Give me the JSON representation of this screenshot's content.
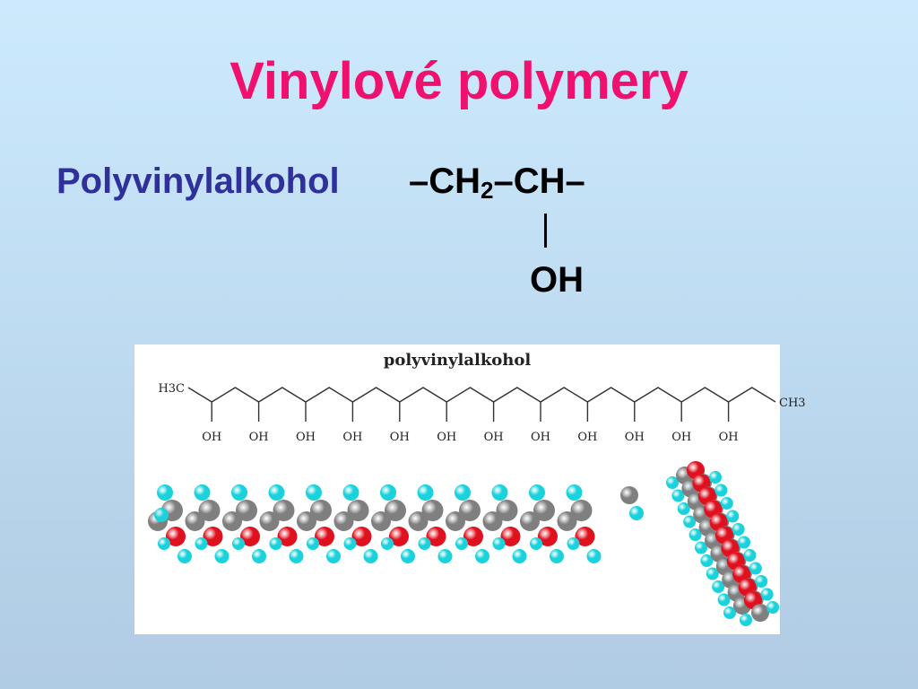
{
  "slide": {
    "title": "Vinylové polymery",
    "polymer_name": "Polyvinylalkohol",
    "formula": {
      "part1": "–CH",
      "sub": "2",
      "part2": "–CH–",
      "side_group": "OH"
    }
  },
  "figure": {
    "title": "polyvinylalkohol",
    "end_left": "H3C",
    "end_right": "CH3",
    "side_label": "OH",
    "side_count": 12
  },
  "colors": {
    "title": "#f0106e",
    "label": "#30309a",
    "carbon": "#7f7f7f",
    "oxygen": "#e0101e",
    "hydrogen": "#19d2dc"
  }
}
